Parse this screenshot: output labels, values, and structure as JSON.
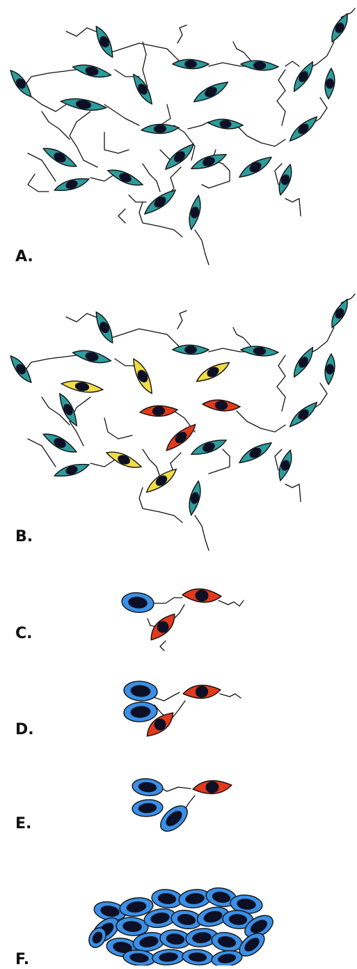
{
  "labels": {
    "a": "A.",
    "b": "B.",
    "c": "C.",
    "d": "D.",
    "e": "E.",
    "f": "F."
  },
  "colors": {
    "fibroblast": "#2e9c9c",
    "activated": "#f2dc46",
    "committed": "#e23a1c",
    "epithelial": "#3b8fe6",
    "nucleus": "#0d1024",
    "outline": "#111111",
    "process": "#111111"
  },
  "icons": {
    "fibroblast": "spindle-cell-icon",
    "activated": "spindle-cell-icon",
    "committed": "spindle-cell-icon",
    "epithelial": "oval-cell-icon"
  }
}
